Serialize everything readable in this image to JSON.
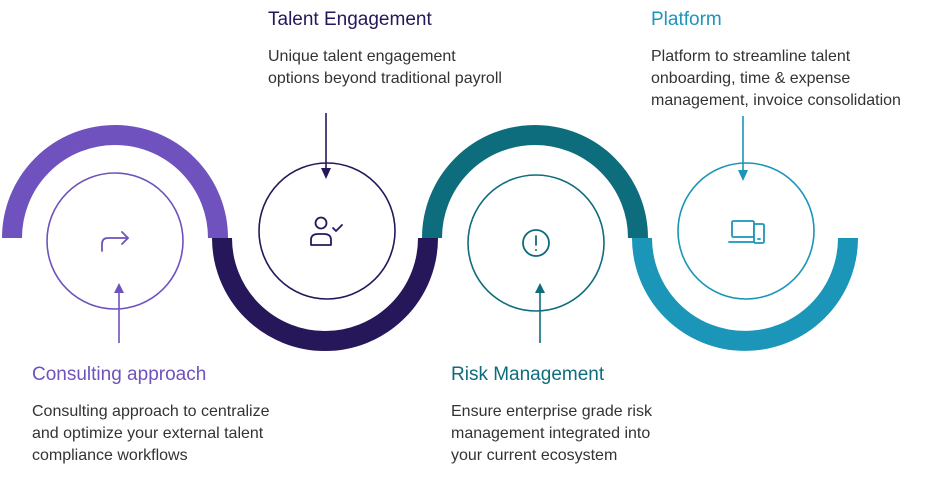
{
  "colors": {
    "consulting": "#6f52bd",
    "talent": "#26175a",
    "risk": "#0e6d7c",
    "platform": "#1b95b8",
    "text": "#333333"
  },
  "steps": [
    {
      "title": "Consulting approach",
      "description": "Consulting approach to centralize\nand optimize your external talent\ncompliance workflows",
      "icon": "arrow-forward-icon"
    },
    {
      "title": "Talent Engagement",
      "description": "Unique talent engagement\noptions beyond traditional payroll",
      "icon": "user-check-icon"
    },
    {
      "title": "Risk Management",
      "description": "Ensure enterprise grade risk\nmanagement integrated into\nyour current ecosystem",
      "icon": "alert-circle-icon"
    },
    {
      "title": "Platform",
      "description": "Platform to streamline talent\nonboarding, time & expense\nmanagement, invoice consolidation",
      "icon": "devices-icon"
    }
  ]
}
